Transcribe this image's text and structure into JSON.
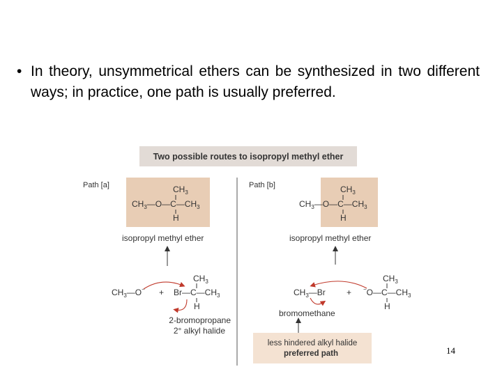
{
  "bullet": {
    "marker": "•",
    "text": "In theory, unsymmetrical ethers can be synthesized in two different ways; in practice, one path is usually preferred."
  },
  "figure": {
    "title": "Two possible routes to isopropyl methyl ether",
    "path_a": {
      "label": "Path [a]",
      "product_name": "isopropyl methyl ether",
      "reagent_halide_name": "2-bromopropane",
      "reagent_halide_class": "2° alkyl halide"
    },
    "path_b": {
      "label": "Path [b]",
      "product_name": "isopropyl methyl ether",
      "reagent_halide_name": "bromomethane",
      "callout_line1": "less hindered alkyl halide",
      "callout_line2": "preferred path"
    },
    "colors": {
      "panel": "#e8cdb5",
      "title_panel": "#e2dbd6",
      "callout_panel": "#f4e2d2",
      "arrow_red": "#c0392b",
      "text_gray": "#333333"
    }
  },
  "slide_number": "14"
}
